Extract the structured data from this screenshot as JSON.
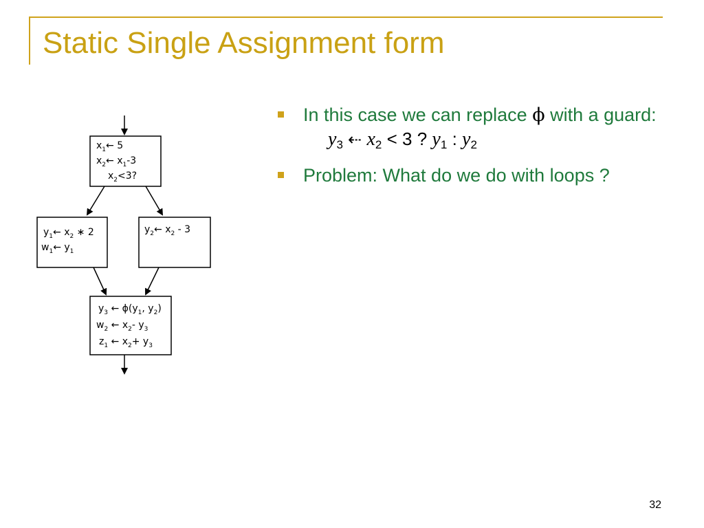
{
  "slide": {
    "title": "Static Single Assignment form",
    "page_number": "32"
  },
  "bullets": [
    {
      "prefix": "In this case we can replace ",
      "phi": "ϕ",
      "suffix": " with a guard:",
      "guard": {
        "y": "y",
        "three": "3",
        "arrow": "⇠",
        "x": "x",
        "two": "2",
        "cond": "< 3 ?",
        "y1": "y",
        "one": "1",
        "colon": ":",
        "y2": "y",
        "two_b": "2"
      }
    },
    {
      "text": "Problem: What do we do with loops ?"
    }
  ],
  "diagram": {
    "entry_block": {
      "line1": [
        "x",
        "1",
        "← 5"
      ],
      "line2": [
        "x",
        "2",
        "← x",
        "1",
        "-3"
      ],
      "line3": [
        "x",
        "2",
        "<3?"
      ]
    },
    "left_block": {
      "line1": [
        "y",
        "1",
        "← x",
        "2",
        " ∗ 2"
      ],
      "line2": [
        "w",
        "1",
        "← y",
        "1"
      ]
    },
    "right_block": {
      "line1": [
        "y",
        "2",
        "← x",
        "2",
        " - 3"
      ]
    },
    "join_block": {
      "line1": [
        "y",
        "3",
        " ← ϕ(y",
        "1",
        ", y",
        "2",
        ")"
      ],
      "line2": [
        "w",
        "2",
        " ← x",
        "2",
        "- y",
        "3"
      ],
      "line3": [
        "z",
        "1",
        " ← x",
        "2",
        "+ y",
        "3"
      ]
    }
  },
  "colors": {
    "accent": "#cfa21b",
    "title": "#c9a114",
    "bullet_text": "#1f7a3c"
  }
}
